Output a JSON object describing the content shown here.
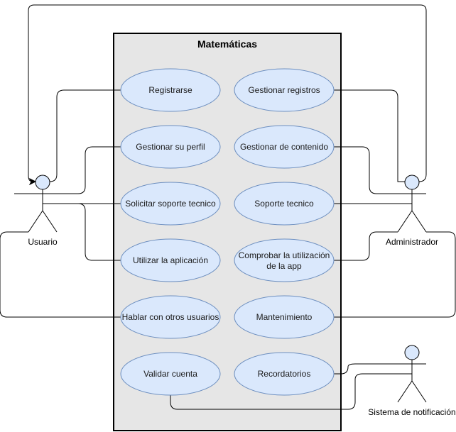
{
  "system": {
    "title": "Matemáticas"
  },
  "actors": {
    "usuario": "Usuario",
    "administrador": "Administrador",
    "notificacion": "Sistema de notificación"
  },
  "use_cases": {
    "registrarse": [
      "Registrarse"
    ],
    "gestionar_perfil": [
      "Gestionar su perfil"
    ],
    "solicitar_soporte": [
      "Solicitar soporte tecnico"
    ],
    "utilizar_app": [
      "Utilizar la aplicación"
    ],
    "hablar_usuarios": [
      "Hablar con otros usuarios"
    ],
    "validar_cuenta": [
      "Validar cuenta"
    ],
    "gestionar_registros": [
      "Gestionar registros"
    ],
    "gestionar_contenido": [
      "Gestionar de contenido"
    ],
    "soporte_tecnico": [
      "Soporte tecnico"
    ],
    "comprobar_utilizacion": [
      "Comprobar la utilización",
      "de la app"
    ],
    "mantenimiento": [
      "Mantenimiento"
    ],
    "recordatorios": [
      "Recordatorios"
    ]
  },
  "colors": {
    "system_fill": "#e6e6e6",
    "use_case_fill": "#dae8fc",
    "use_case_stroke": "#6c8ebf",
    "line": "#000000"
  }
}
